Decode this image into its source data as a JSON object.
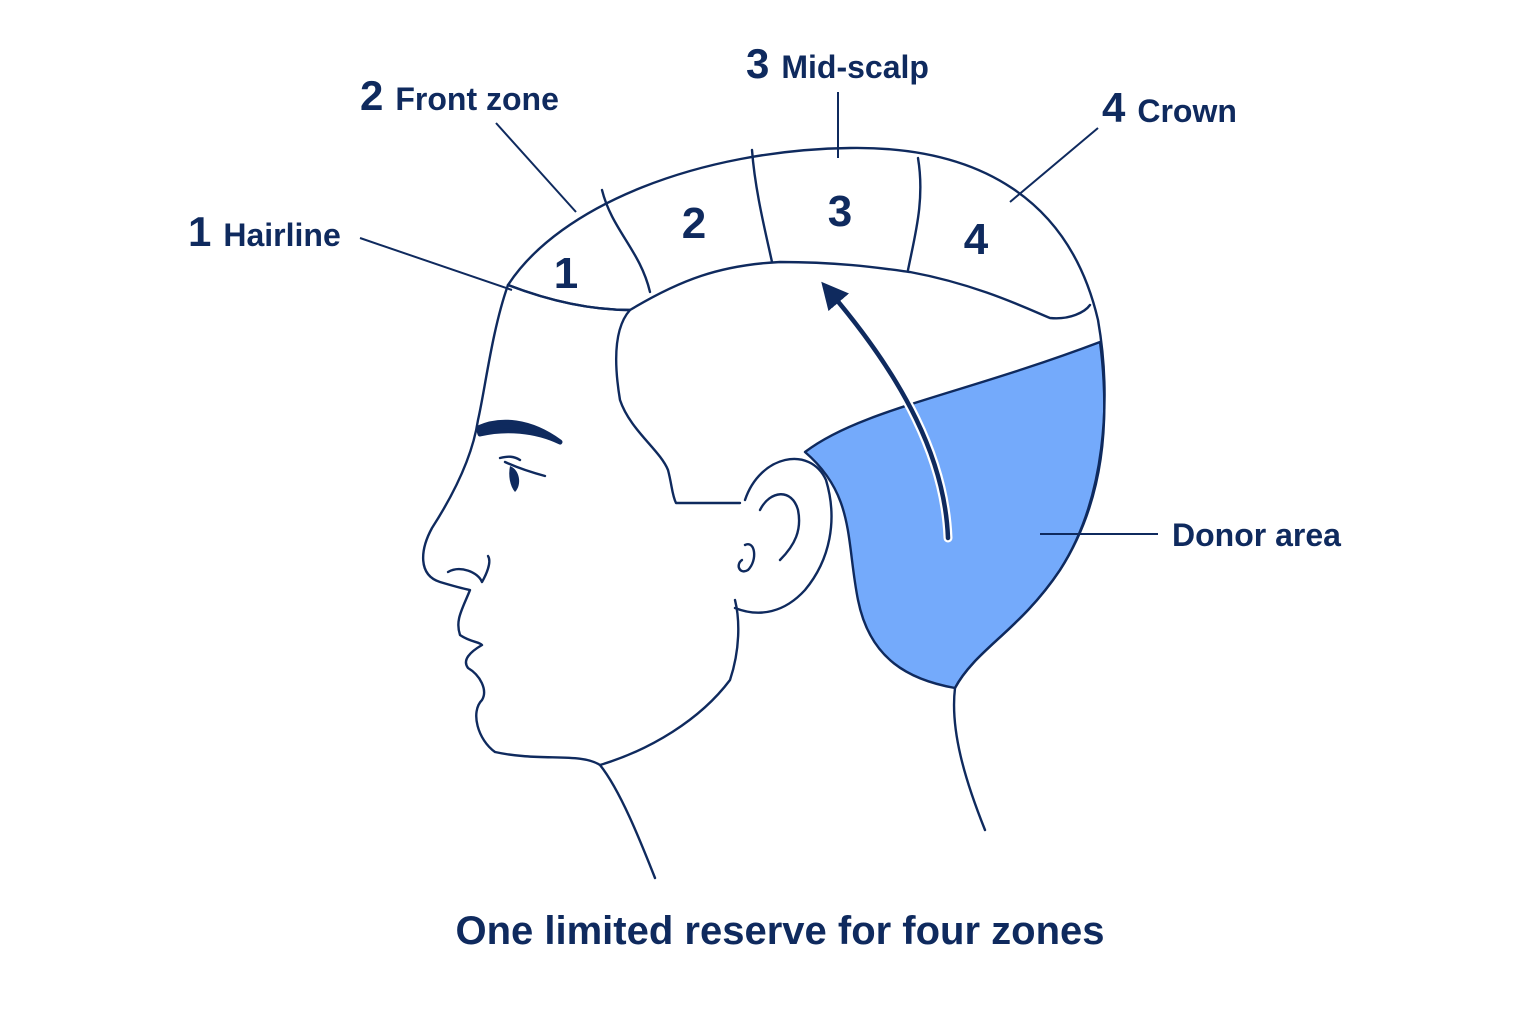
{
  "colors": {
    "ink": "#0f2a5e",
    "donor_fill": "#74aafb",
    "background": "#ffffff"
  },
  "zones": [
    {
      "number": "1",
      "label": "Hairline"
    },
    {
      "number": "2",
      "label": "Front zone"
    },
    {
      "number": "3",
      "label": "Mid-scalp"
    },
    {
      "number": "4",
      "label": "Crown"
    }
  ],
  "donor": {
    "label": "Donor area"
  },
  "caption": "One limited reserve for four zones",
  "icons": {
    "arrow": "curved-arrow-up-icon"
  }
}
